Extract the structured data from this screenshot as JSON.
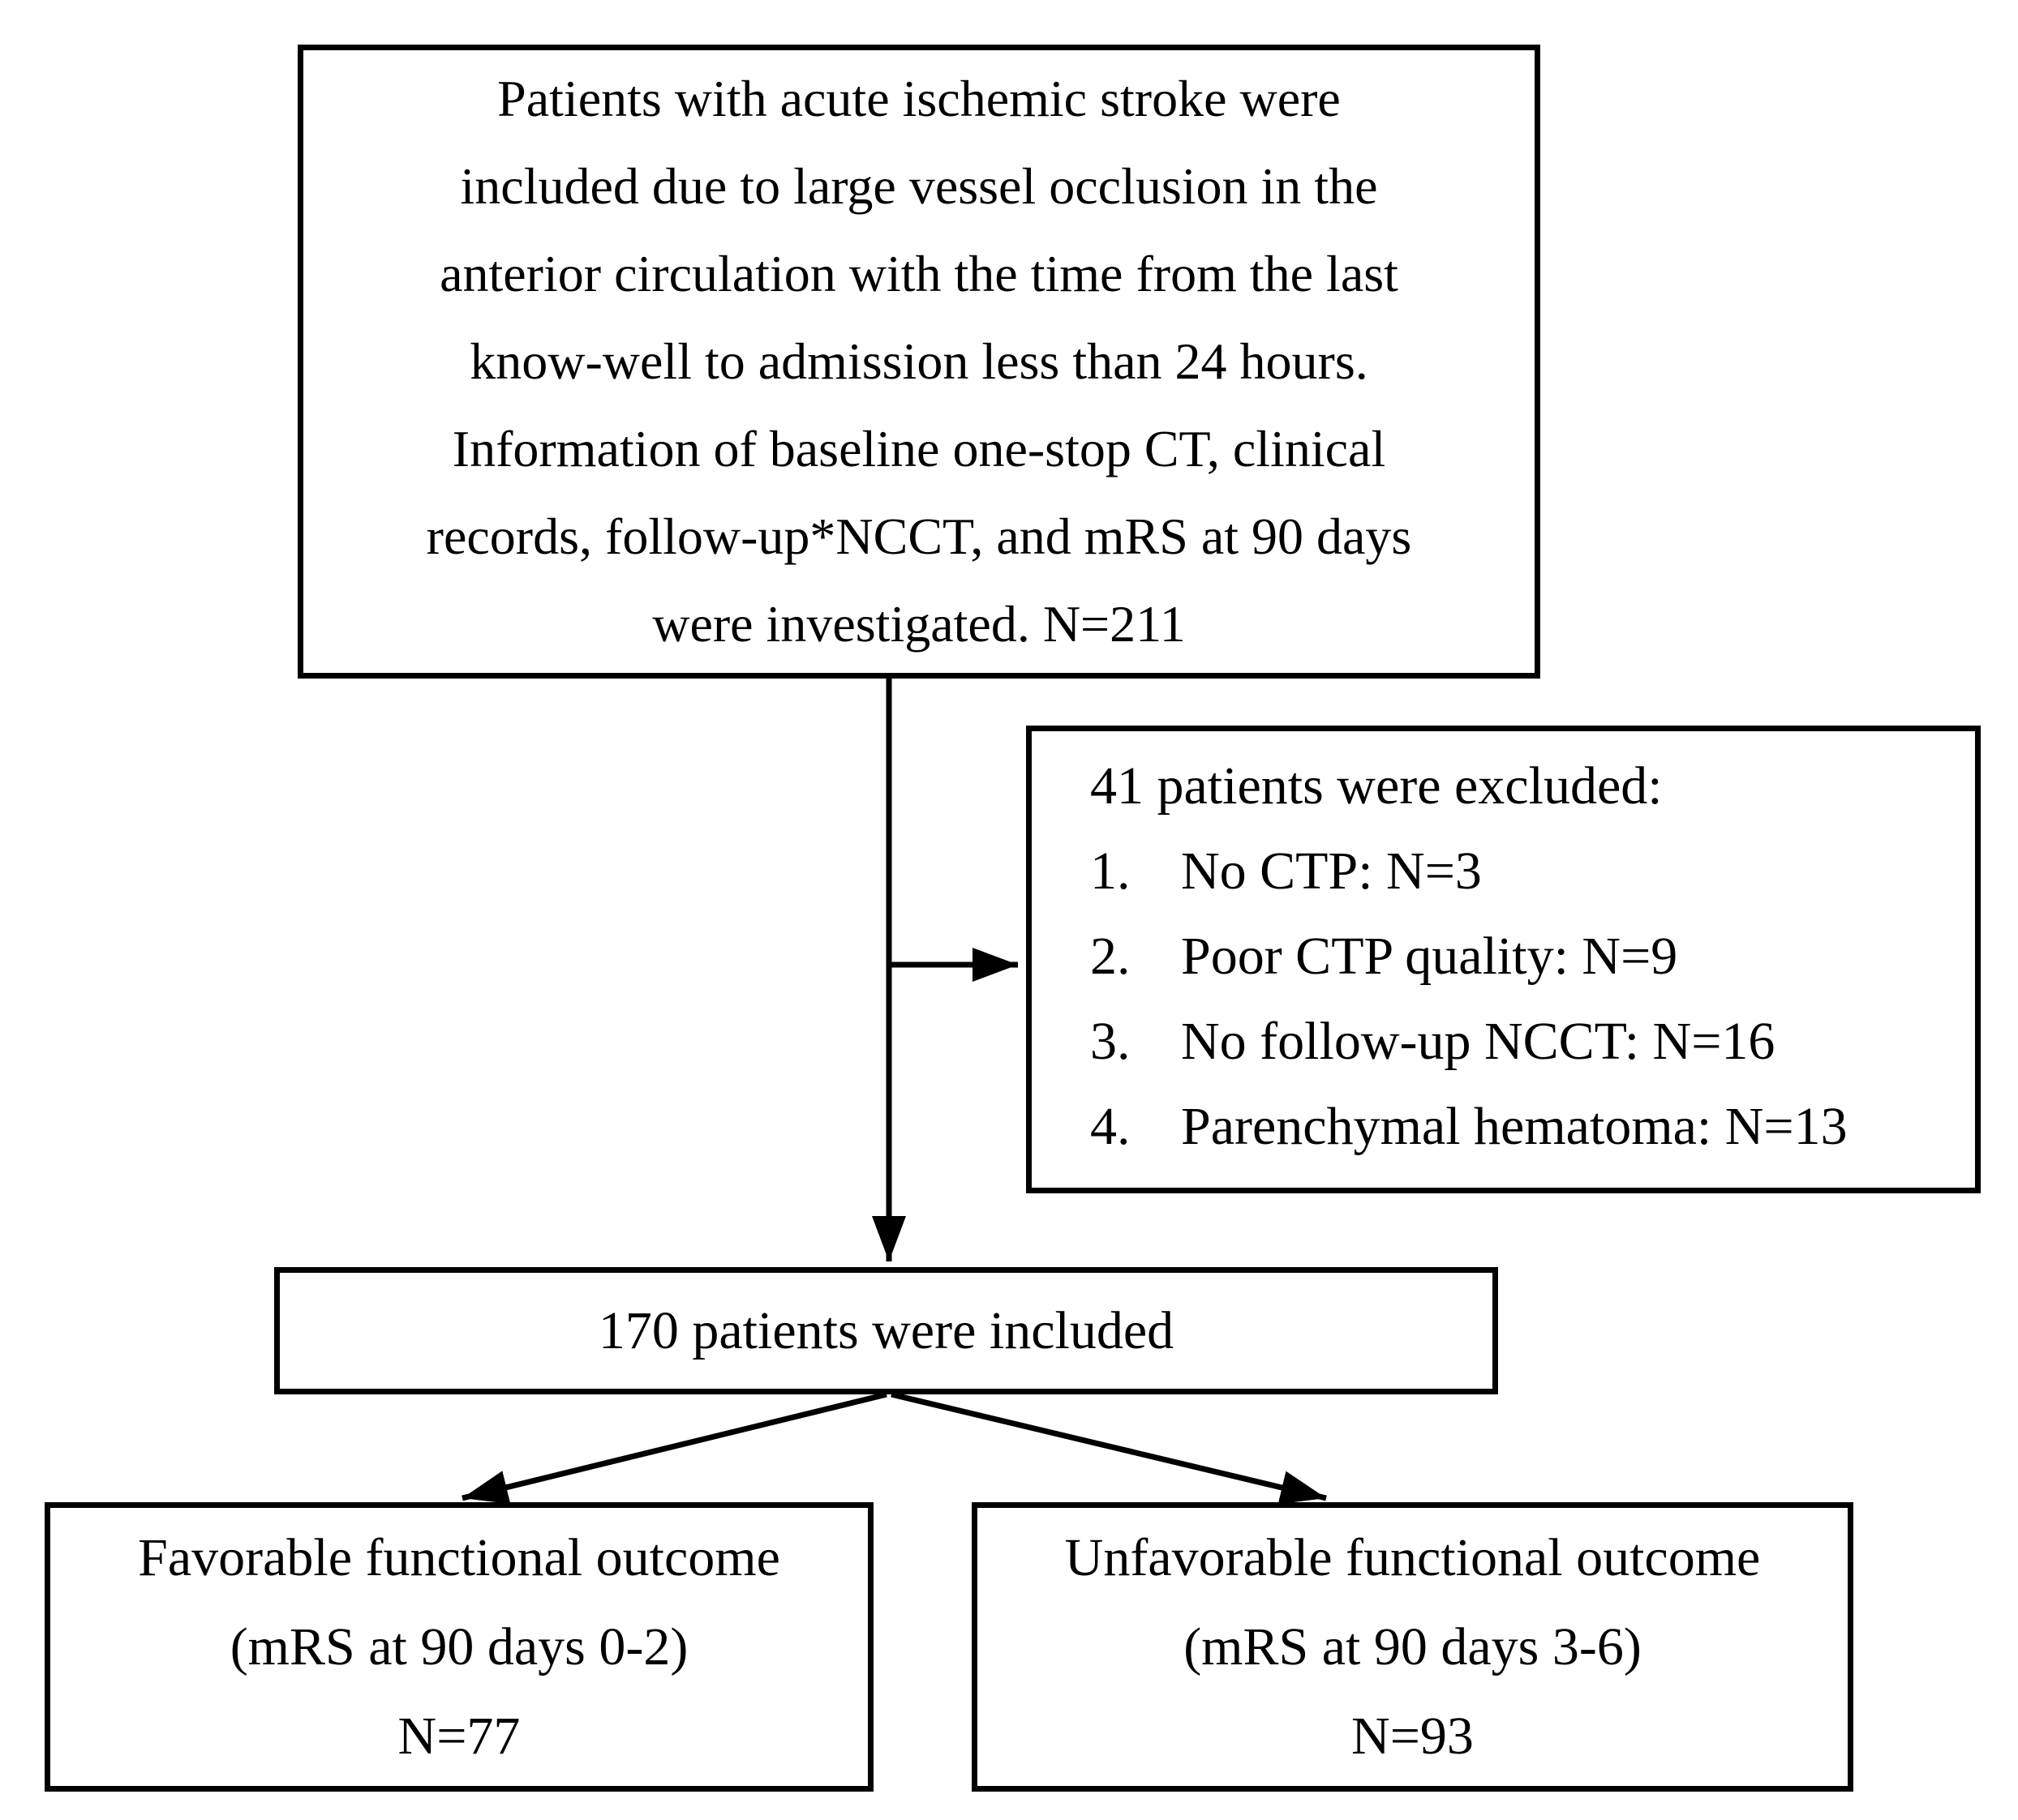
{
  "flowchart": {
    "top_box": {
      "lines": [
        "Patients with acute ischemic stroke were",
        "included due to large vessel occlusion in the",
        "anterior circulation with the time from the last",
        "know-well to admission less than 24 hours.",
        "Information of baseline one-stop CT, clinical",
        "records, follow-up*NCCT, and mRS at 90 days",
        "were investigated. N=211"
      ]
    },
    "exclusion_box": {
      "header": "41 patients were excluded:",
      "items": [
        {
          "num": "1.",
          "text": "No CTP: N=3"
        },
        {
          "num": "2.",
          "text": "Poor CTP quality: N=9"
        },
        {
          "num": "3.",
          "text": "No follow-up NCCT: N=16"
        },
        {
          "num": "4.",
          "text": "Parenchymal hematoma: N=13"
        }
      ]
    },
    "included_box": {
      "text": "170 patients were included"
    },
    "favorable_box": {
      "lines": [
        "Favorable functional outcome",
        "(mRS at 90 days 0-2)",
        "N=77"
      ]
    },
    "unfavorable_box": {
      "lines": [
        "Unfavorable functional outcome",
        "(mRS at 90 days 3-6)",
        "N=93"
      ]
    },
    "colors": {
      "line": "#000000",
      "background": "#ffffff"
    }
  }
}
